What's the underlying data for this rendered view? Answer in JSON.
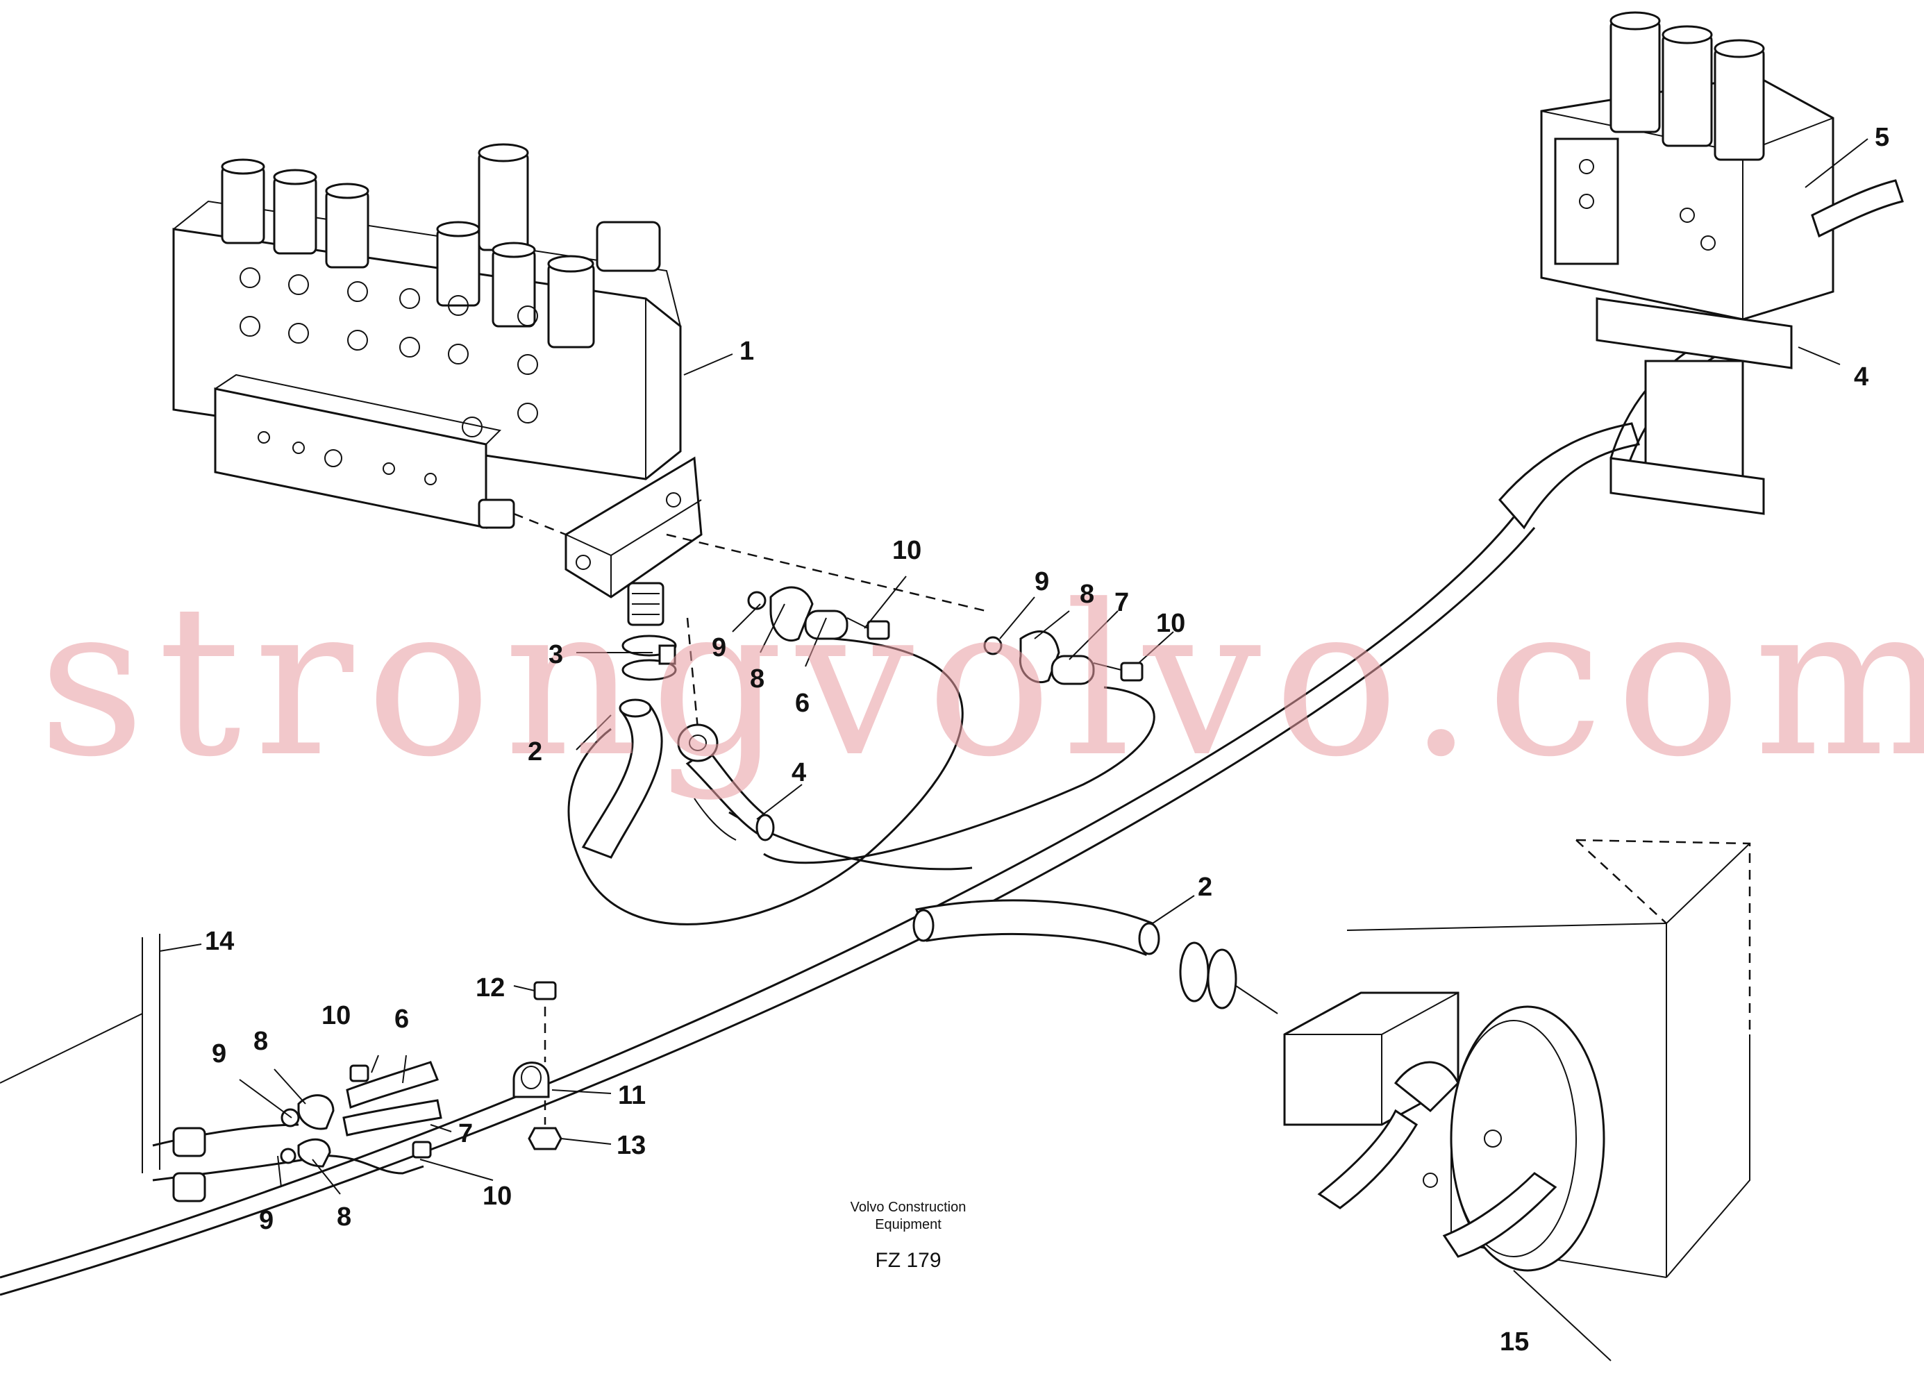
{
  "watermark": "strongvolvo.com",
  "caption": {
    "line1": "Volvo Construction",
    "line2": "Equipment",
    "code": "FZ 179"
  },
  "callouts": {
    "c1": "1",
    "c2a": "2",
    "c2b": "2",
    "c3": "3",
    "c4a": "4",
    "c4b": "4",
    "c5": "5",
    "c6a": "6",
    "c6b": "6",
    "c7a": "7",
    "c7b": "7",
    "c8a": "8",
    "c8b": "8",
    "c8c": "8",
    "c8d": "8",
    "c9a": "9",
    "c9b": "9",
    "c9c": "9",
    "c9d": "9",
    "c10a": "10",
    "c10b": "10",
    "c10c": "10",
    "c10d": "10",
    "c11": "11",
    "c12": "12",
    "c13": "13",
    "c14": "14",
    "c15": "15"
  }
}
